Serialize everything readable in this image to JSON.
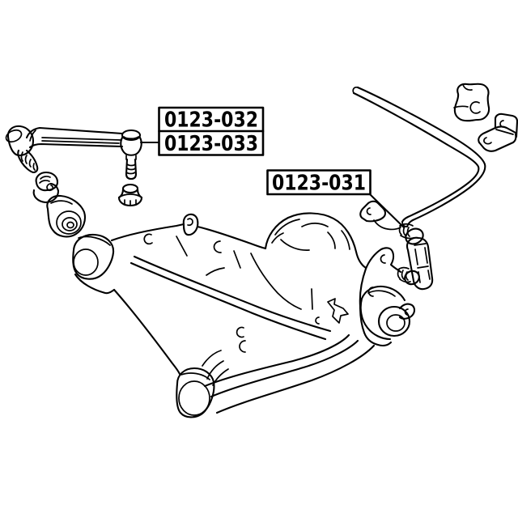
{
  "page": {
    "background": "#ffffff"
  },
  "diagram": {
    "kind": "exploded-parts-line-drawing",
    "stroke_color": "#000000",
    "text_color": "#000000",
    "labels": [
      {
        "rows": [
          "0123-032",
          "0123-033"
        ],
        "points_to": "front-stabilizer-link"
      },
      {
        "rows": [
          "0123-031"
        ],
        "points_to": "rear-stabilizer-link"
      }
    ]
  }
}
